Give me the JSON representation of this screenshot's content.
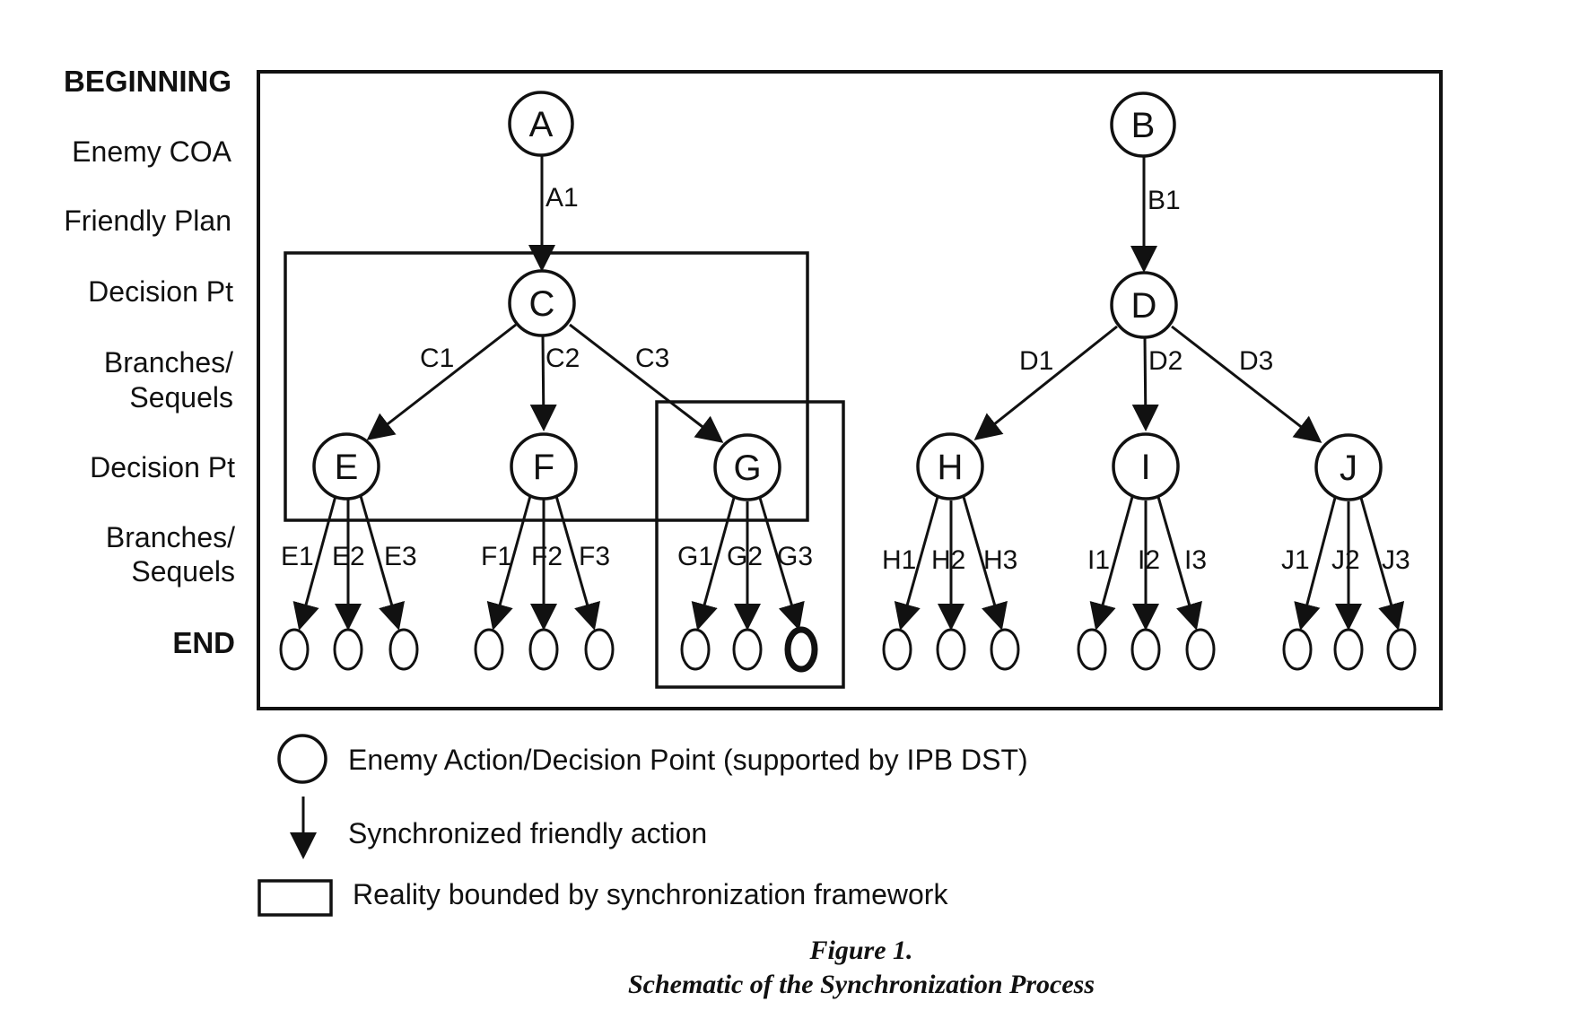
{
  "row_labels": [
    {
      "text": "BEGINNING",
      "bold": true
    },
    {
      "text": "Enemy COA",
      "bold": false
    },
    {
      "text": "Friendly Plan",
      "bold": false
    },
    {
      "text": "Decision Pt",
      "bold": false
    },
    {
      "text": "Branches/",
      "bold": false
    },
    {
      "text": "Sequels",
      "bold": false
    },
    {
      "text": "Decision Pt",
      "bold": false
    },
    {
      "text": "Branches/",
      "bold": false
    },
    {
      "text": "Sequels",
      "bold": false
    },
    {
      "text": "END",
      "bold": true
    }
  ],
  "nodes": [
    "A",
    "B",
    "C",
    "D",
    "E",
    "F",
    "G",
    "H",
    "I",
    "J"
  ],
  "edges": [
    {
      "from": "A",
      "to": "C",
      "label": "A1"
    },
    {
      "from": "B",
      "to": "D",
      "label": "B1"
    },
    {
      "from": "C",
      "to": "E",
      "label": "C1"
    },
    {
      "from": "C",
      "to": "F",
      "label": "C2"
    },
    {
      "from": "C",
      "to": "G",
      "label": "C3"
    },
    {
      "from": "D",
      "to": "H",
      "label": "D1"
    },
    {
      "from": "D",
      "to": "I",
      "label": "D2"
    },
    {
      "from": "D",
      "to": "J",
      "label": "D3"
    }
  ],
  "leaf_groups": [
    {
      "parent": "E",
      "labels": [
        "E1",
        "E2",
        "E3"
      ]
    },
    {
      "parent": "F",
      "labels": [
        "F1",
        "F2",
        "F3"
      ]
    },
    {
      "parent": "G",
      "labels": [
        "G1",
        "G2",
        "G3"
      ],
      "highlighted_leaf": 3
    },
    {
      "parent": "H",
      "labels": [
        "H1",
        "H2",
        "H3"
      ]
    },
    {
      "parent": "I",
      "labels": [
        "I1",
        "I2",
        "I3"
      ]
    },
    {
      "parent": "J",
      "labels": [
        "J1",
        "J2",
        "J3"
      ]
    }
  ],
  "legend": [
    {
      "symbol": "circle",
      "text": "Enemy Action/Decision Point (supported by IPB DST)"
    },
    {
      "symbol": "arrow",
      "text": "Synchronized friendly action"
    },
    {
      "symbol": "rectangle",
      "text": "Reality bounded by synchronization framework"
    }
  ],
  "caption": {
    "title": "Figure 1.",
    "subtitle": "Schematic of the Synchronization Process"
  }
}
